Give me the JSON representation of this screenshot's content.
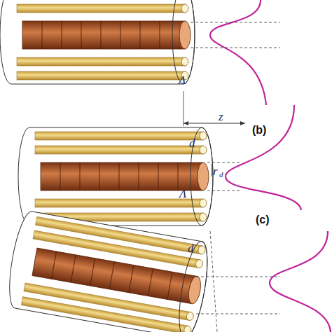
{
  "diagram": {
    "labels": [
      "Λ",
      "z",
      "(b)",
      "d",
      "r",
      "d",
      "Λ",
      "(c)",
      "d"
    ]
  }
}
